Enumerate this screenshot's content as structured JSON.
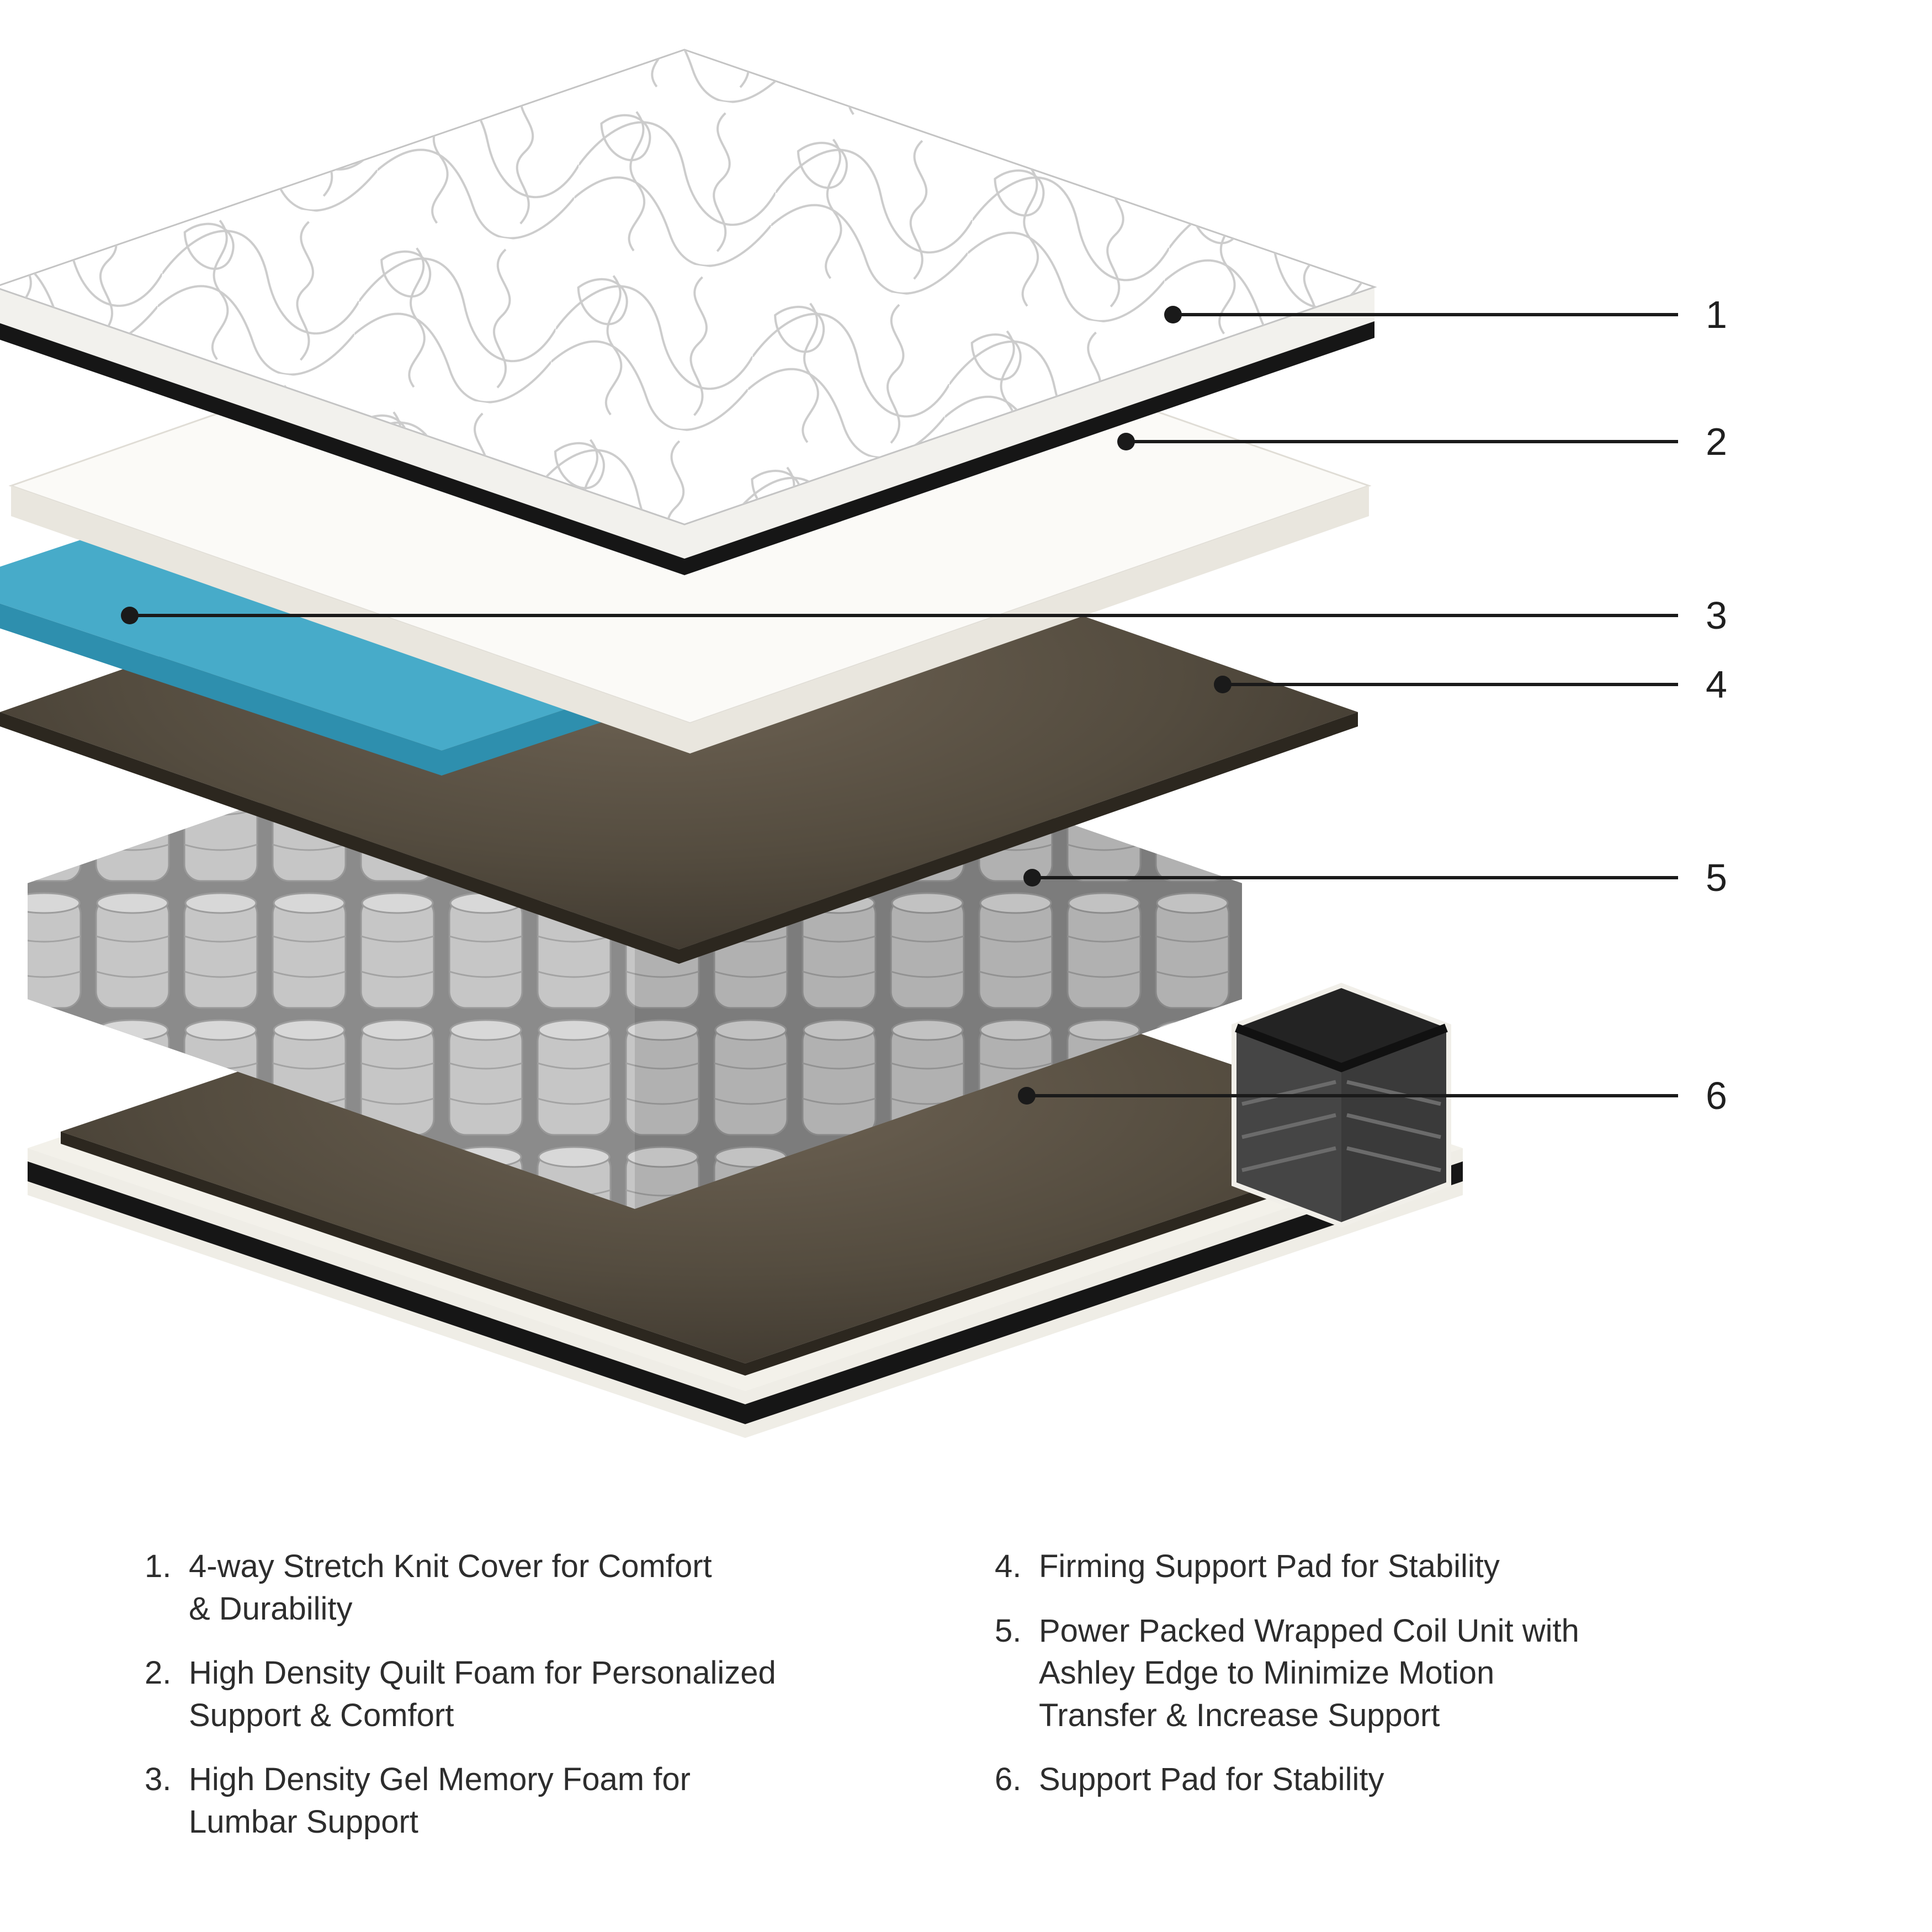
{
  "colors": {
    "background": "#ffffff",
    "callout_line": "#1a1a1a",
    "cover_white": "#ffffff",
    "quilt_line": "#cccccc",
    "tape_black": "#161616",
    "cover_side": "#f2f1ed",
    "foam_top": "#fbfaf7",
    "foam_side": "#e9e6de",
    "gel_blue": "#47abc9",
    "gel_blue_dark": "#2e8fae",
    "pad_dark": "#4a4237",
    "pad_side_dark": "#2c271f",
    "coil_light": "#c6c6c6",
    "coil_gap": "#8b8b8b",
    "base_white": "#f3f1ea",
    "base_side": "#efede6",
    "edge_piece_dark": "#3a3a3a",
    "legend_text": "#2d2d2d"
  },
  "callouts": [
    {
      "label": "1"
    },
    {
      "label": "2"
    },
    {
      "label": "3"
    },
    {
      "label": "4"
    },
    {
      "label": "5"
    },
    {
      "label": "6"
    }
  ],
  "legend": {
    "left": [
      {
        "num": "1.",
        "text": "4-way Stretch Knit Cover for Comfort\n& Durability"
      },
      {
        "num": "2.",
        "text": "High Density Quilt Foam for Personalized\nSupport & Comfort"
      },
      {
        "num": "3.",
        "text": "High Density Gel Memory Foam for\nLumbar Support"
      }
    ],
    "right": [
      {
        "num": "4.",
        "text": "Firming Support Pad for Stability"
      },
      {
        "num": "5.",
        "text": "Power Packed Wrapped Coil Unit with\nAshley Edge to Minimize Motion\nTransfer & Increase Support"
      },
      {
        "num": "6.",
        "text": "Support Pad for Stability"
      }
    ]
  }
}
